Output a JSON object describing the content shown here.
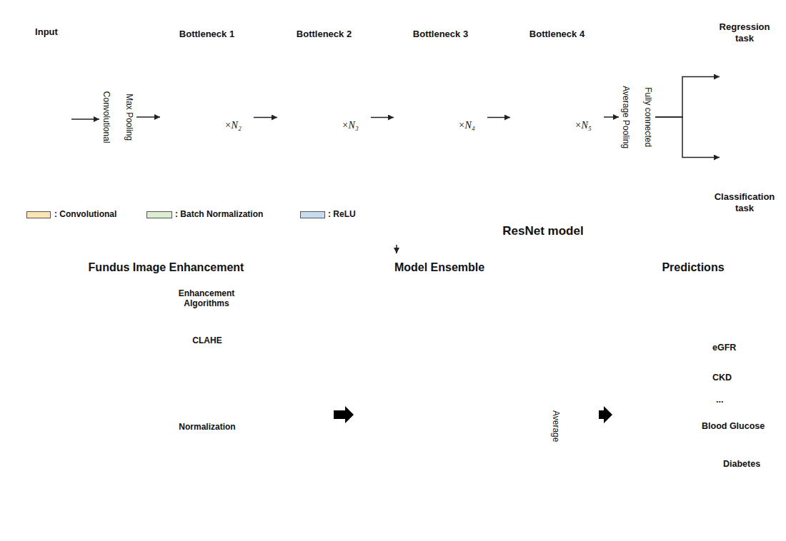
{
  "diagram": {
    "nodes": [
      {
        "text": [
          "ResNet model"
        ]
      },
      {
        "text": [
          "Input"
        ],
        "in": 0
      },
      {
        "text": [
          "Convolutional"
        ],
        "in": 0
      },
      {
        "text": [
          "Max Pooling"
        ],
        "in": 0
      },
      {
        "text": [
          "Bottleneck 1",
          "×N₂"
        ],
        "in": 0
      },
      {
        "text": [
          "Bottleneck 2",
          "×N₃"
        ],
        "in": 0
      },
      {
        "text": [
          "Bottleneck 3",
          "×N₄"
        ],
        "in": 0
      },
      {
        "text": [
          "Bottleneck 4",
          "×N₅"
        ],
        "in": 0
      },
      {
        "text": [
          "Average Pooling"
        ],
        "in": 0
      },
      {
        "text": [
          "Fully connected"
        ],
        "in": 0
      },
      {
        "text": [
          "Regression task"
        ],
        "in": 0
      },
      {
        "text": [
          "Classification task"
        ],
        "in": 0
      },
      {
        "text": [
          "Fundus Image Enhancement"
        ]
      },
      {
        "text": [
          "Enhancement Algorithms"
        ],
        "in": 12
      },
      {
        "text": [
          "CLAHE"
        ],
        "in": 13
      },
      {
        "text": [
          "Normalization"
        ],
        "in": 13
      },
      {
        "text": [
          "Model Ensemble"
        ]
      },
      {
        "text": [
          "Average"
        ],
        "in": 16
      },
      {
        "text": [
          "Predictions"
        ]
      }
    ],
    "edges": [
      {
        "from": 1,
        "to": 2,
        "arrow": "to"
      },
      {
        "from": 3,
        "to": 4,
        "arrow": "to"
      },
      {
        "from": 4,
        "to": 5,
        "arrow": "to"
      },
      {
        "from": 5,
        "to": 6,
        "arrow": "to"
      },
      {
        "from": 6,
        "to": 7,
        "arrow": "to"
      },
      {
        "from": 7,
        "to": 8,
        "arrow": "to"
      },
      {
        "from": 9,
        "to": 10,
        "arrow": "to"
      },
      {
        "from": 9,
        "to": 11,
        "arrow": "to"
      },
      {
        "from": 0,
        "to": 16,
        "arrow": "to"
      },
      {
        "from": 12,
        "to": 16,
        "arrow": "to"
      },
      {
        "from": 16,
        "to": 18,
        "arrow": "to"
      }
    ],
    "labels": [
      "eGFR",
      "CKD",
      "...",
      "Blood Glucose",
      "Diabetes"
    ],
    "legend": [
      {
        "text": ": Convolutional",
        "color": "#fce5b3"
      },
      {
        "text": ": Batch Normalization",
        "color": "#dcedd3"
      },
      {
        "text": ": ReLU",
        "color": "#c9dbef"
      }
    ]
  }
}
